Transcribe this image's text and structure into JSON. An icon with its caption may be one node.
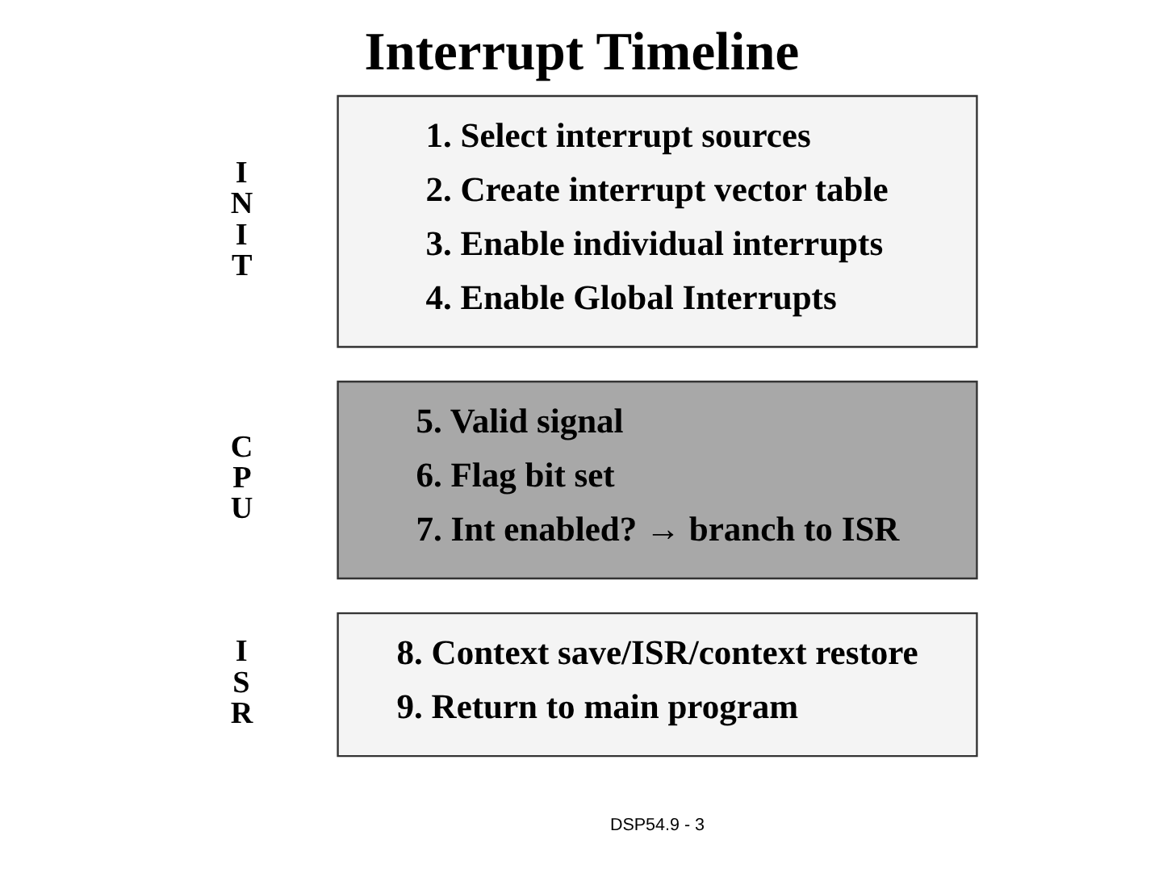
{
  "diagram": {
    "title": "Interrupt Timeline",
    "nodes": [
      {
        "text": [
          "1. Select interrupt sources",
          "2. Create interrupt vector table",
          "3. Enable individual interrupts",
          "4. Enable Global Interrupts"
        ],
        "beside": [
          "INIT"
        ]
      },
      {
        "text": [
          "5. Valid signal",
          "6. Flag bit set",
          "7. Int enabled? → branch to ISR"
        ],
        "beside": [
          "CPU"
        ]
      },
      {
        "text": [
          "8. Context save/ISR/context restore",
          "9. Return to main program"
        ],
        "beside": [
          "ISR"
        ]
      }
    ],
    "labels": [
      "DSP54.9 - 3"
    ]
  }
}
